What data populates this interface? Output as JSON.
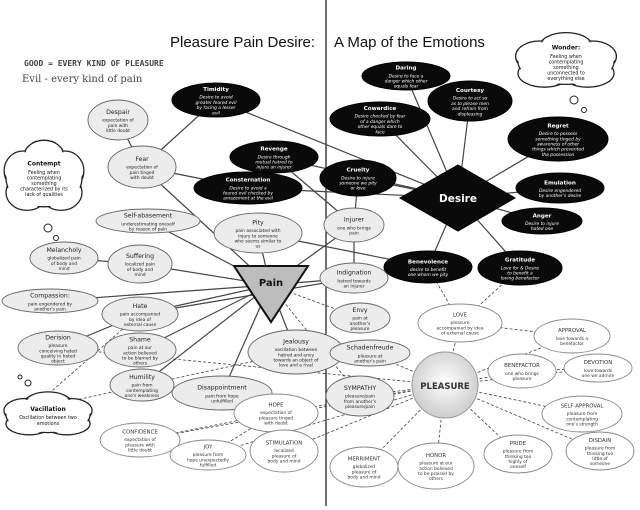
{
  "title_left": "Pleasure Pain Desire:",
  "title_right": "A Map of the Emotions",
  "legend": {
    "good": "GOOD = EVERY KIND OF PLEASURE",
    "evil": "Evil - every kind of pain"
  },
  "hubs": {
    "pain": "Pain",
    "desire": "Desire",
    "pleasure": "PLEASURE"
  },
  "clouds": [
    {
      "id": "contempt",
      "title": "Contempt",
      "text": "Feeling when contemplating something characterized by its lack of qualities"
    },
    {
      "id": "wonder",
      "title": "Wonder:",
      "text": "Feeling when contemplating something unconnected to everything else"
    },
    {
      "id": "vacillation",
      "title": "Vacillation",
      "text": "Oscillation between two emotions"
    }
  ],
  "desire_nodes": [
    {
      "id": "timidity",
      "title": "Timidity",
      "text": "Desire to avoid greater feared evil by facing a lesser evil"
    },
    {
      "id": "daring",
      "title": "Daring",
      "text": "Desire to face a danger which other equals fear"
    },
    {
      "id": "cowardice",
      "title": "Cowardice",
      "text": "Desire checked by fear of a danger which other equals dare to face"
    },
    {
      "id": "courtesy",
      "title": "Courtesy",
      "text": "Desire to act so as to please men and refrain from displeasing"
    },
    {
      "id": "regret",
      "title": "Regret",
      "text": "Desire to possess something tinged by awareness of other things which prevented the possession"
    },
    {
      "id": "revenge",
      "title": "Revenge",
      "text": "Desire through mutual hatred to injure an injurer"
    },
    {
      "id": "consternation",
      "title": "Consternation",
      "text": "Desire to avoid a feared evil checked by amazement at the evil"
    },
    {
      "id": "emulation",
      "title": "Emulation",
      "text": "Desire engendered by another's desire"
    },
    {
      "id": "anger",
      "title": "Anger",
      "text": "Desire to injure hated one"
    },
    {
      "id": "benevolence",
      "title": "Benevolence",
      "text": "desire to benefit one whom we pity"
    },
    {
      "id": "gratitude",
      "title": "Gratitude",
      "text": "Love for & Desire to benefit a loving benefactor"
    },
    {
      "id": "cruelty",
      "title": "Cruelty",
      "text": "Desire to injure someone we pity or love"
    }
  ],
  "pain_nodes": [
    {
      "id": "despair",
      "title": "Despair",
      "text": "expectation of pain with little doubt"
    },
    {
      "id": "fear",
      "title": "Fear",
      "text": "expectation of pain tinged with doubt"
    },
    {
      "id": "self_abasement",
      "title": "Self-abasement",
      "text": "underestimating oneself by reason of pain"
    },
    {
      "id": "pity",
      "title": "Pity",
      "text": "pain associated with injury to someone who seems similar to us"
    },
    {
      "id": "injurer",
      "title": "Injurer",
      "text": "one who brings pain"
    },
    {
      "id": "melancholy",
      "title": "Melancholy",
      "text": "globalized pain of body and mind"
    },
    {
      "id": "suffering",
      "title": "Suffering",
      "text": "localized pain of body and mind"
    },
    {
      "id": "indignation",
      "title": "Indignation",
      "text": "hatred towards an injurer"
    },
    {
      "id": "compassion",
      "title": "Compassion:",
      "text": "pain engendered by another's pain"
    },
    {
      "id": "hate",
      "title": "Hate",
      "text": "pain accompanied by idea of external cause"
    },
    {
      "id": "envy",
      "title": "Envy",
      "text": "pain at another's pleasure"
    },
    {
      "id": "derision",
      "title": "Derision",
      "text": "pleasure conceiving hated quality in hated object"
    },
    {
      "id": "shame",
      "title": "Shame",
      "text": "pain at our action believed to be blamed by others"
    },
    {
      "id": "jealousy",
      "title": "Jealousy",
      "text": "vacillation between hatred and envy towards an object of love and a rival"
    },
    {
      "id": "schadenfreude",
      "title": "Schadenfreude",
      "text": "pleasure at another's pain"
    },
    {
      "id": "humility",
      "title": "Humility",
      "text": "pain from contemplating one's weakness"
    },
    {
      "id": "disappointment",
      "title": "Disappointment",
      "text": "pain from hope unfulfilled"
    },
    {
      "id": "sympathy",
      "title": "SYMPATHY",
      "text": "pleasure/pain from another's pleasure/pain"
    }
  ],
  "pleasure_nodes": [
    {
      "id": "love",
      "title": "LOVE",
      "text": "pleasure accompanied by idea of external cause"
    },
    {
      "id": "approval",
      "title": "APPROVAL",
      "text": "love towards a benefactor"
    },
    {
      "id": "benefactor",
      "title": "BENEFACTOR",
      "text": "one who brings pleasure"
    },
    {
      "id": "devotion",
      "title": "DEVOTION",
      "text": "love towards one we admire"
    },
    {
      "id": "hope",
      "title": "HOPE",
      "text": "expectation of pleasure tinged with doubt"
    },
    {
      "id": "self_approval",
      "title": "SELF-APPROVAL",
      "text": "pleasure from contemplating one's strength"
    },
    {
      "id": "confidence",
      "title": "CONFIDENCE",
      "text": "expectation of pleasure with little doubt"
    },
    {
      "id": "joy",
      "title": "JOY",
      "text": "pleasure from hope unexpectedly fulfilled"
    },
    {
      "id": "stimulation",
      "title": "STIMULATION",
      "text": "localized pleasure of body and mind"
    },
    {
      "id": "merriment",
      "title": "MERRIMENT",
      "text": "globalized pleasure of body and mind"
    },
    {
      "id": "honor",
      "title": "HONOR",
      "text": "pleasure at our action believed to be praised by others"
    },
    {
      "id": "pride",
      "title": "PRIDE",
      "text": "pleasure from thinking too highly of oneself"
    },
    {
      "id": "disdain",
      "title": "DISDAIN",
      "text": "pleasure from thinking too little of someone"
    }
  ],
  "colors": {
    "dark": "#0a0a0a",
    "node_fill": "#ececec",
    "node_stroke": "#666666",
    "line": "#444444",
    "pleasure_hub": "#dcdcdc"
  }
}
